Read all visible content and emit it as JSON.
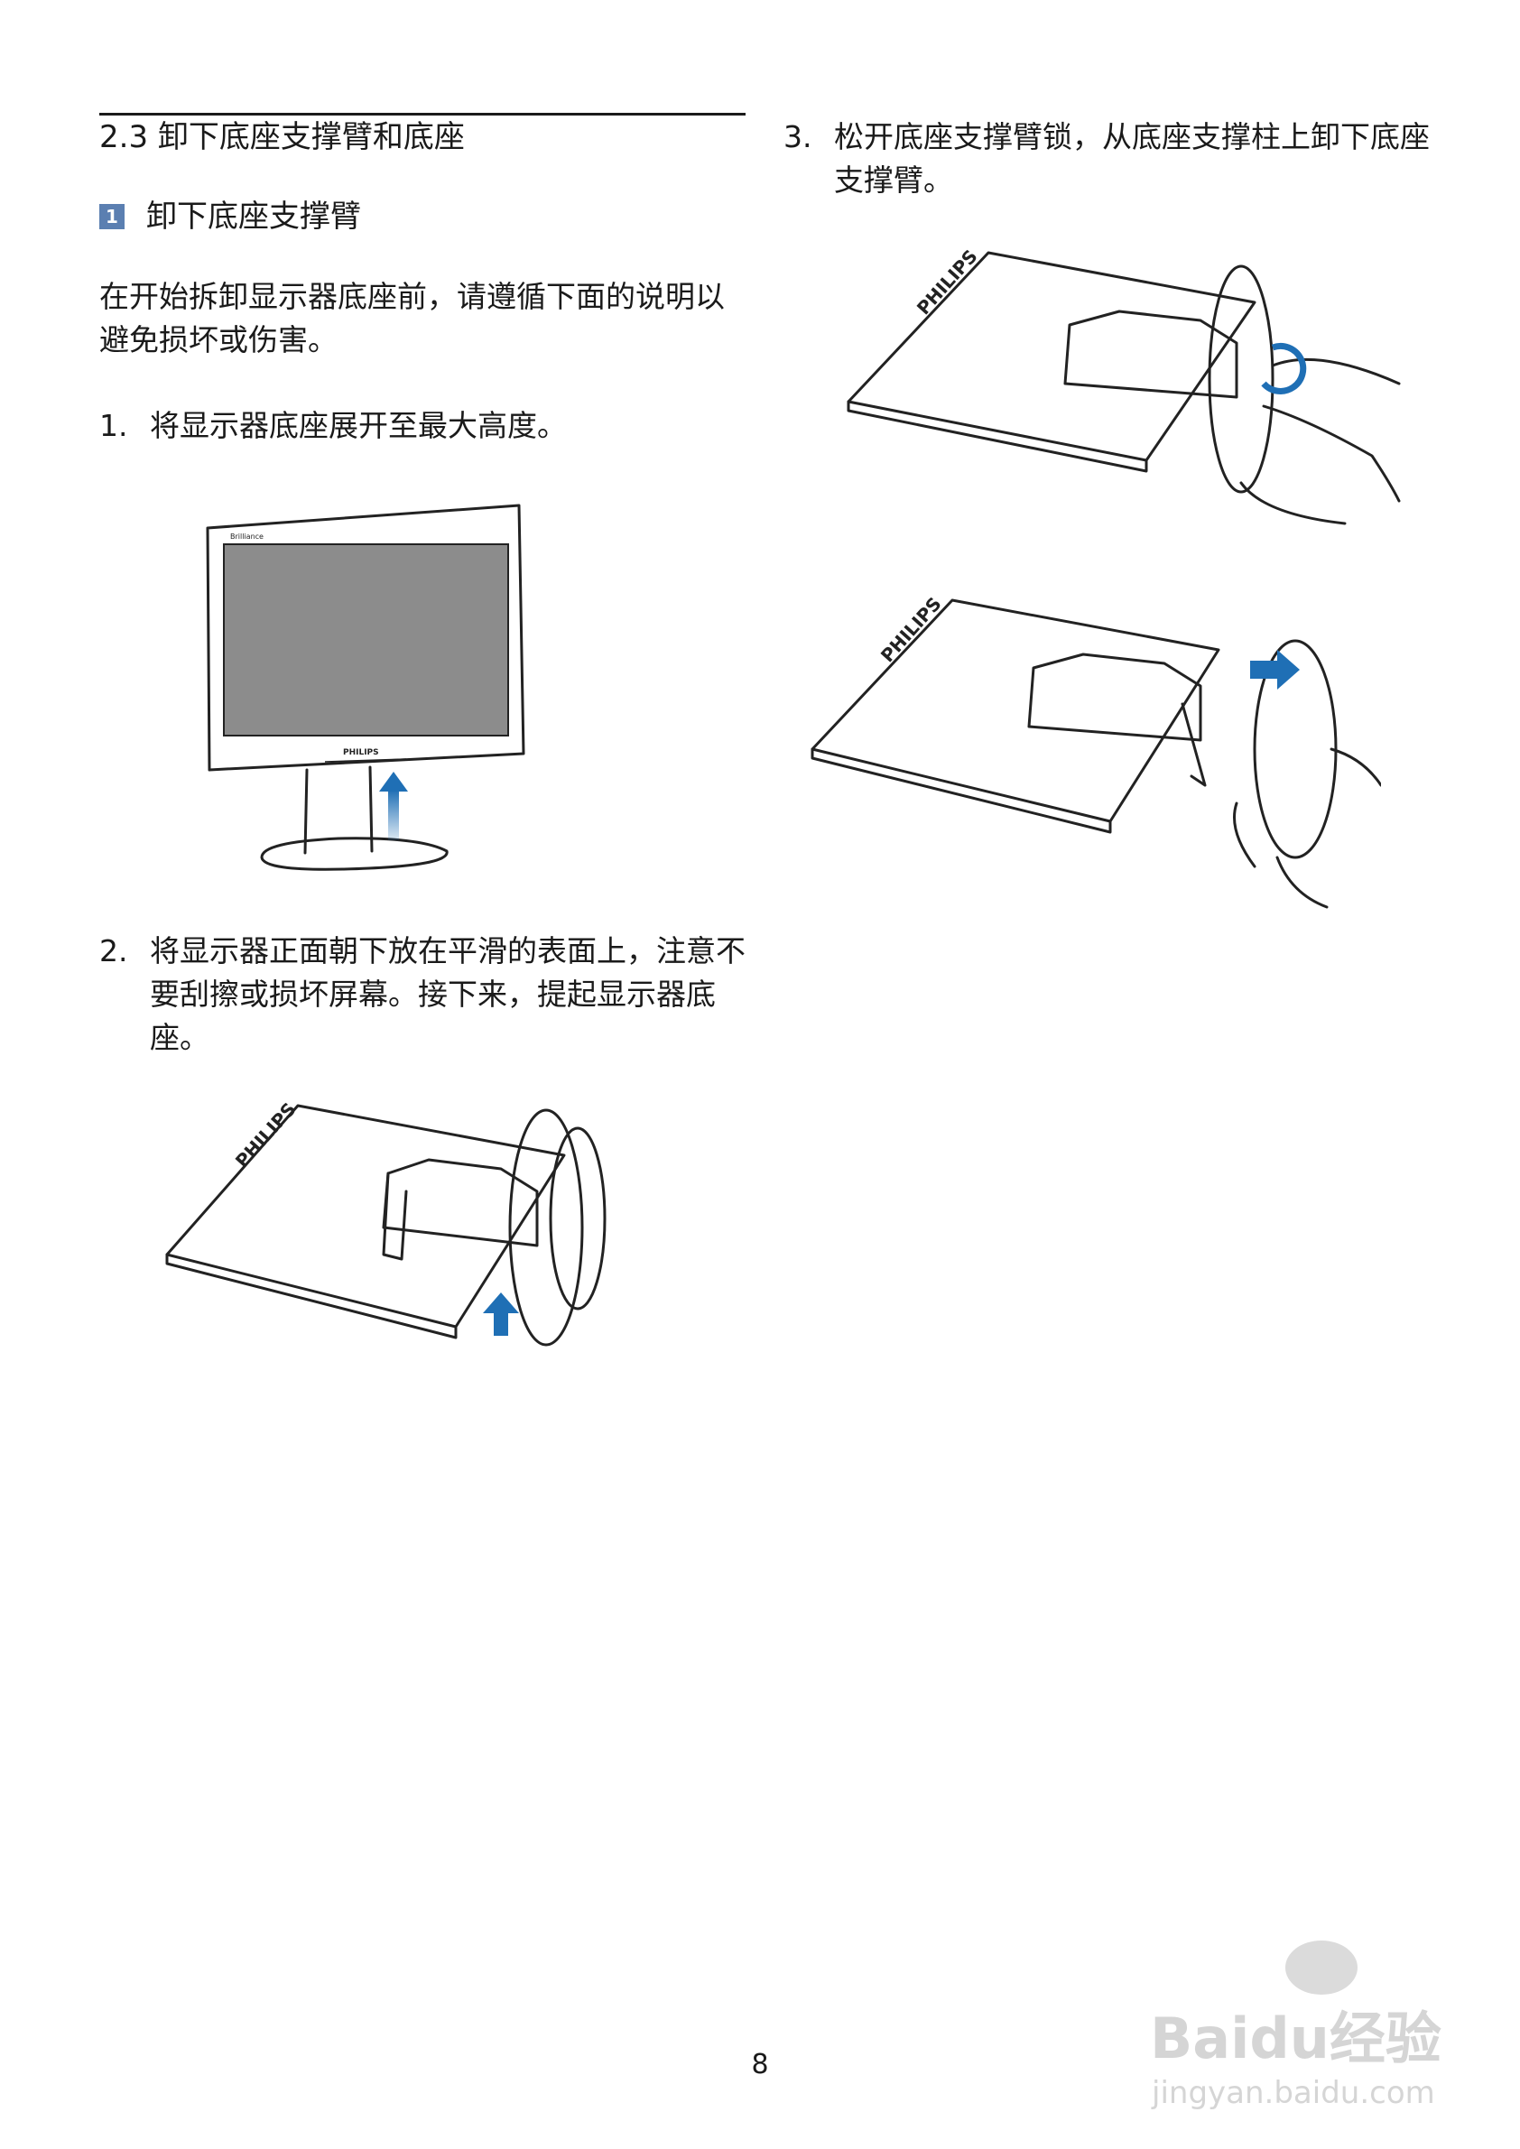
{
  "section": {
    "heading": "2.3 卸下底座支撑臂和底座",
    "sub_badge": "1",
    "sub_heading": "卸下底座支撑臂",
    "intro": "在开始拆卸显示器底座前，请遵循下面的说明以避免损坏或伤害。"
  },
  "steps": [
    {
      "num": "1.",
      "text": "将显示器底座展开至最大高度。"
    },
    {
      "num": "2.",
      "text": "将显示器正面朝下放在平滑的表面上，注意不要刮擦或损坏屏幕。接下来，提起显示器底座。"
    },
    {
      "num": "3.",
      "text": "松开底座支撑臂锁，从底座支撑柱上卸下底座支撑臂。"
    }
  ],
  "illustrations": {
    "brand_text": "PHILIPS",
    "arrow_color": "#1f6fb5"
  },
  "page_number": "8",
  "watermark": {
    "logo_text": "Baidu经验",
    "url_text": "jingyan.baidu.com"
  }
}
